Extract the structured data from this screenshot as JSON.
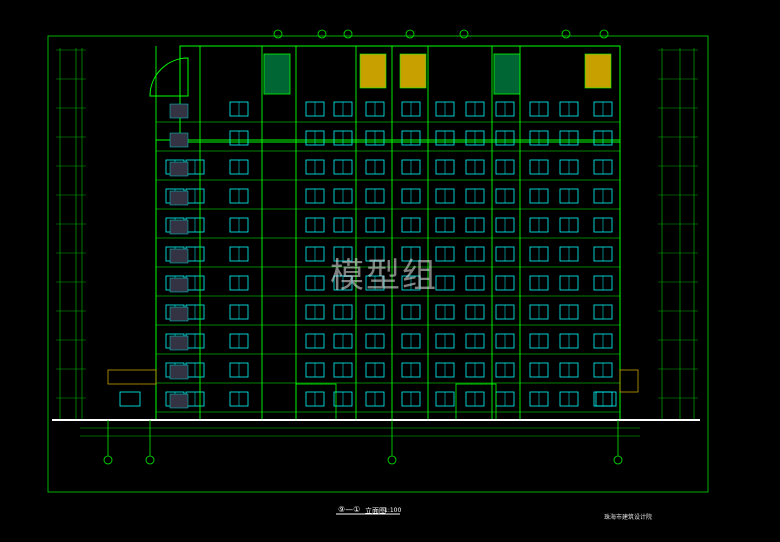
{
  "drawing": {
    "watermark": "模型组",
    "title": "立面图",
    "scale": "1:100",
    "view_tag": "⑨—①",
    "corner_note": "珠海市建筑设计院",
    "colors": {
      "background": "#000000",
      "structure": "#00ff00",
      "windows": "#00ffff",
      "accent": "#c8a000",
      "text": "#ffffff",
      "dim": "#00aa00"
    },
    "floors": 11,
    "bays": 11
  }
}
